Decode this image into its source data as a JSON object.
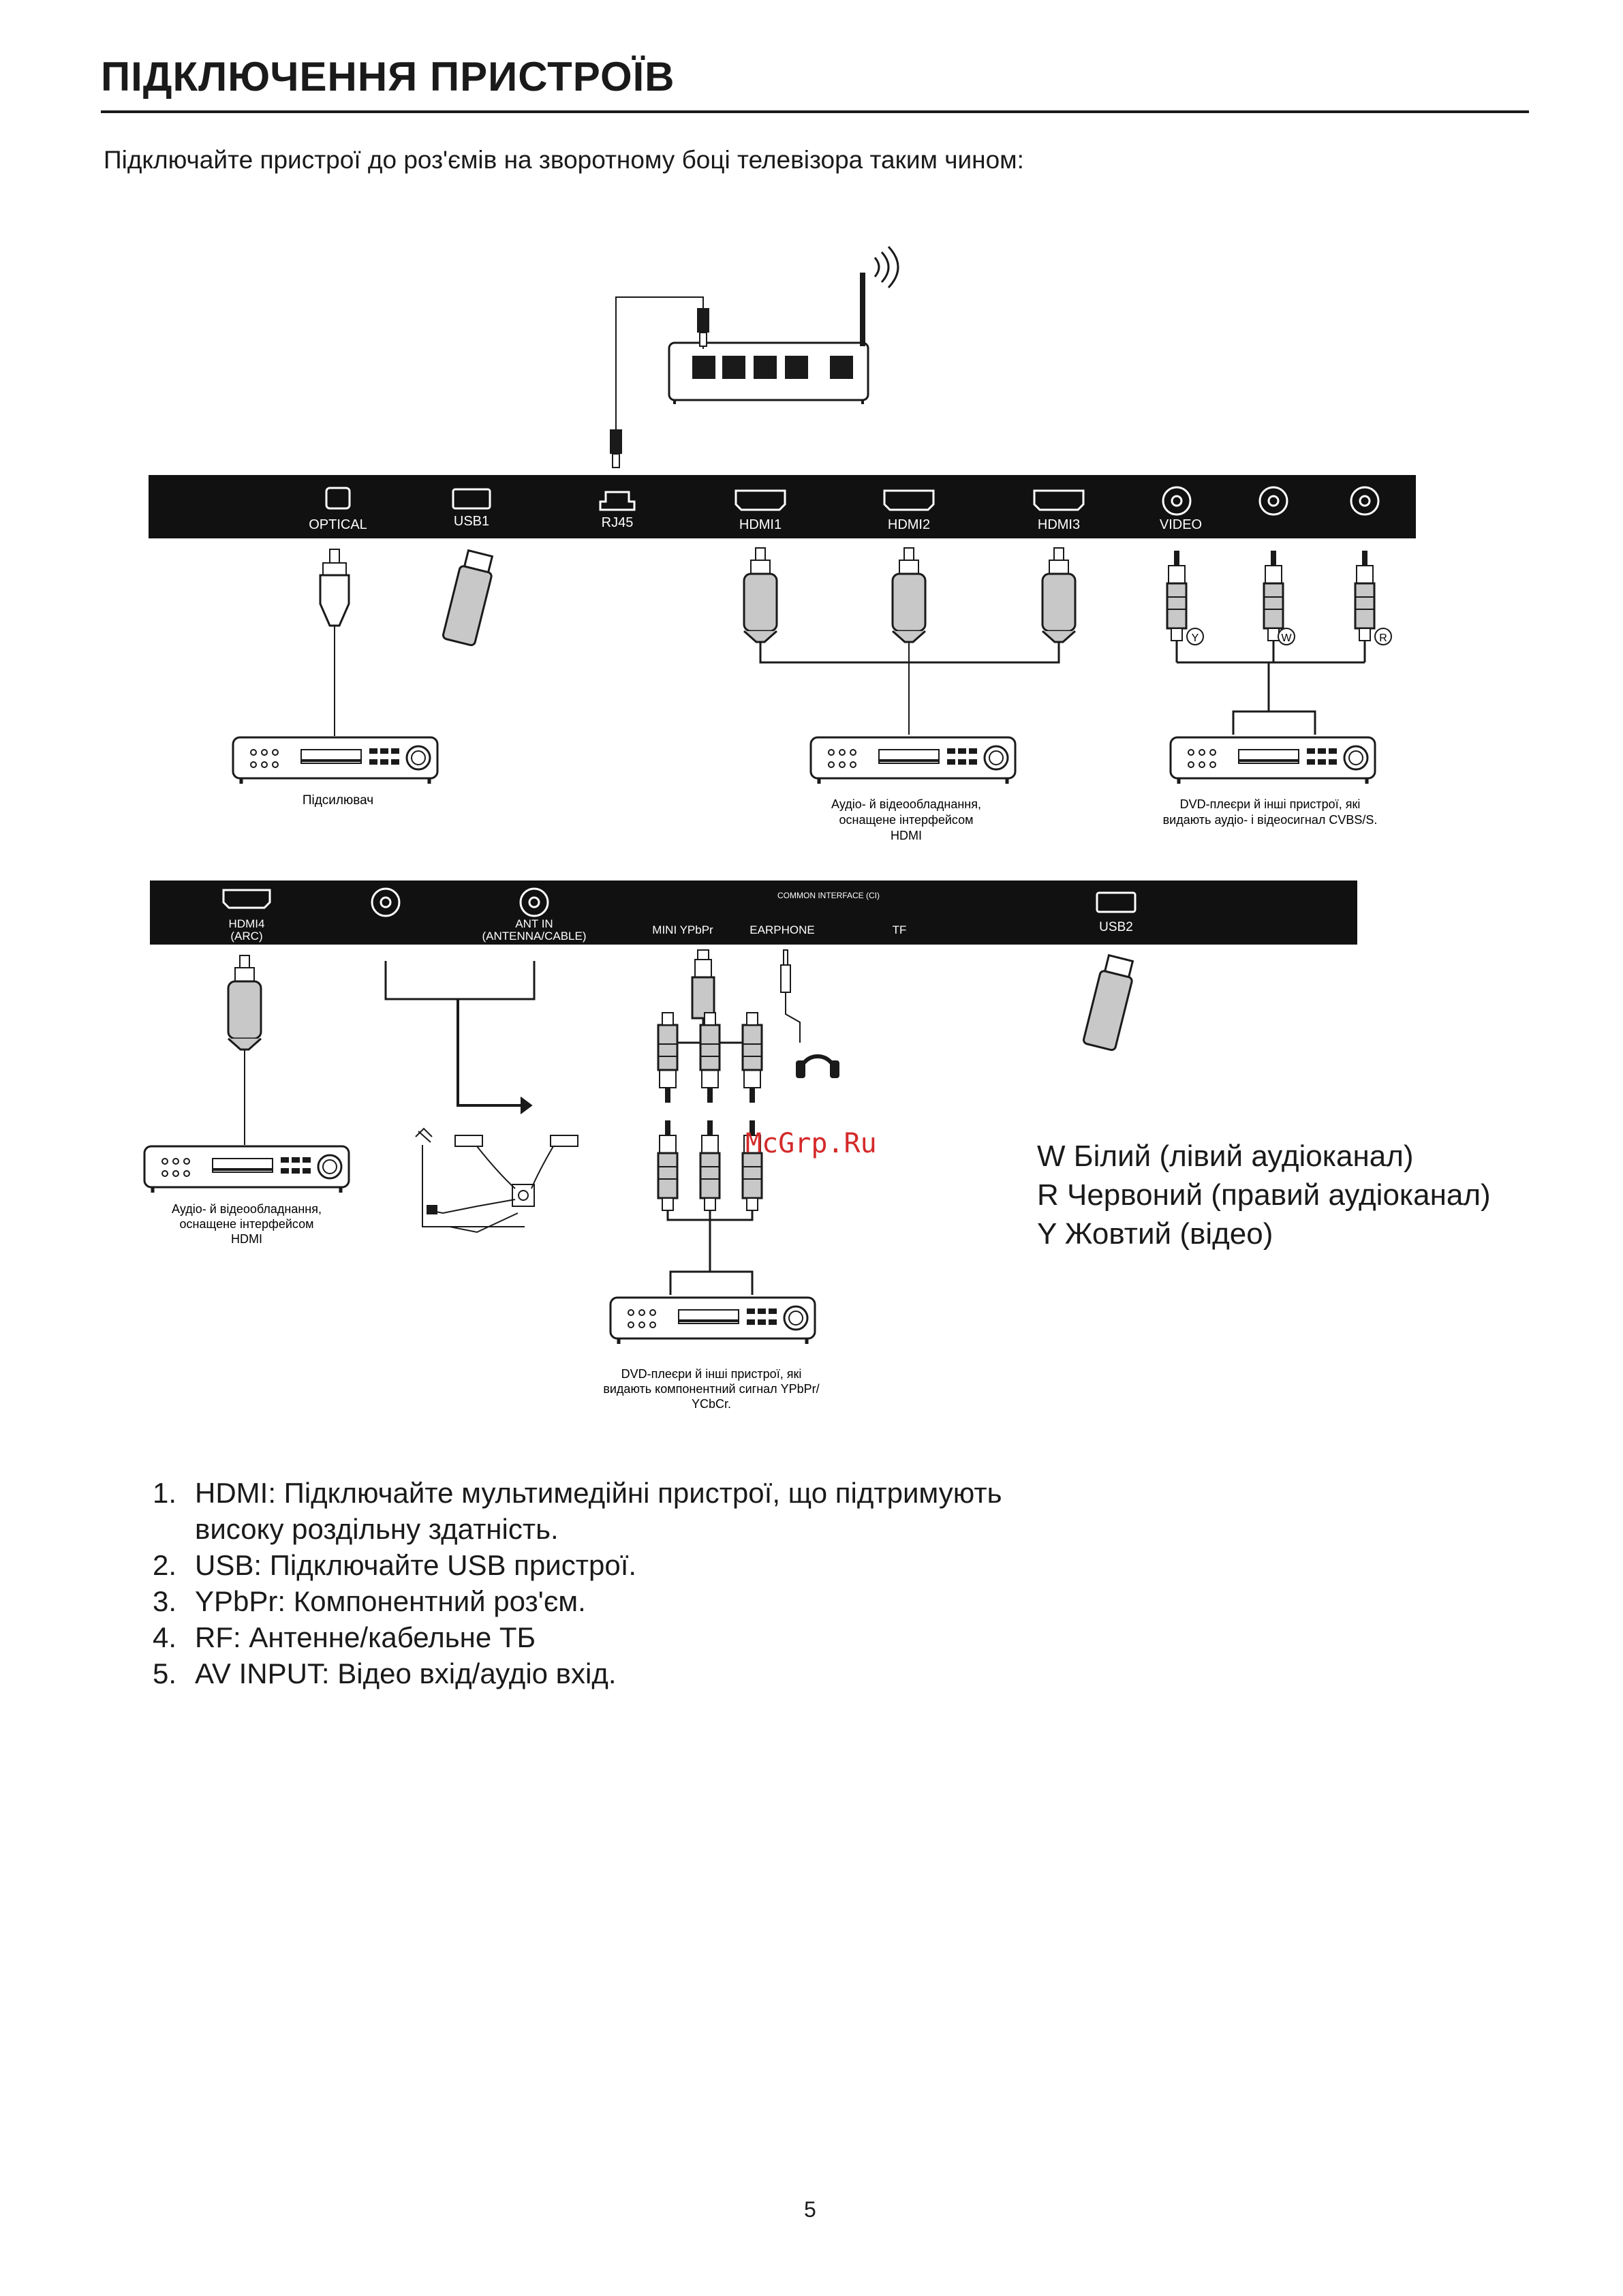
{
  "title": "ПІДКЛЮЧЕННЯ ПРИСТРОЇВ",
  "intro": "Підключайте пристрої до роз'ємів на зворотному боці телевізора таким чином:",
  "panel1": {
    "ports": {
      "optical": "OPTICAL",
      "usb1": "USB1",
      "rj45": "RJ45",
      "hdmi1": "HDMI1",
      "hdmi2": "HDMI2",
      "hdmi3": "HDMI3",
      "video": "VIDEO"
    },
    "rca": {
      "y": "Y",
      "w": "W",
      "r": "R"
    }
  },
  "devices": {
    "amplifier": "Підсилювач",
    "av_hdmi": [
      "Аудіо- й відеообладнання,",
      "оснащене інтерфейсом",
      "HDMI"
    ],
    "dvd_cvbs": [
      "DVD-плеєри й інші пристрої, які",
      "видають аудіо- і відеосигнал CVBS/S."
    ],
    "av_hdmi_arc": [
      "Аудіо- й відеообладнання,",
      "оснащене інтерфейсом",
      "HDMI"
    ],
    "dvd_ypbpr": [
      "DVD-плеєри й інші пристрої, які",
      "видають компонентний сигнал YPbPr/",
      "YCbCr."
    ]
  },
  "panel2": {
    "ports": {
      "hdmi4": [
        "HDMI4",
        "(ARC)"
      ],
      "ant_in": [
        "ANT IN",
        "(ANTENNA/CABLE)"
      ],
      "mini_ypbpr": "MINI  YPbPr",
      "earphone": "EARPHONE",
      "tf": "TF",
      "common_interface": "COMMON INTERFACE (CI)",
      "usb2": "USB2"
    }
  },
  "legend": [
    "W Білий (лівий аудіоканал)",
    "R Червоний (правий аудіоканал)",
    "Y Жовтий (відео)"
  ],
  "watermark": "McGrp.Ru",
  "notes": [
    {
      "num": "1.",
      "lines": [
        "HDMI: Підключайте мультимедійні пристрої, що підтримують",
        "високу роздільну здатність."
      ]
    },
    {
      "num": "2.",
      "lines": [
        "USB: Підключайте USB пристрої."
      ]
    },
    {
      "num": "3.",
      "lines": [
        "YPbPr: Компонентний роз'єм."
      ]
    },
    {
      "num": "4.",
      "lines": [
        "RF: Антенне/кабельне ТБ"
      ]
    },
    {
      "num": "5.",
      "lines": [
        "AV INPUT: Відео вхід/аудіо вхід."
      ]
    }
  ],
  "page_number": "5"
}
